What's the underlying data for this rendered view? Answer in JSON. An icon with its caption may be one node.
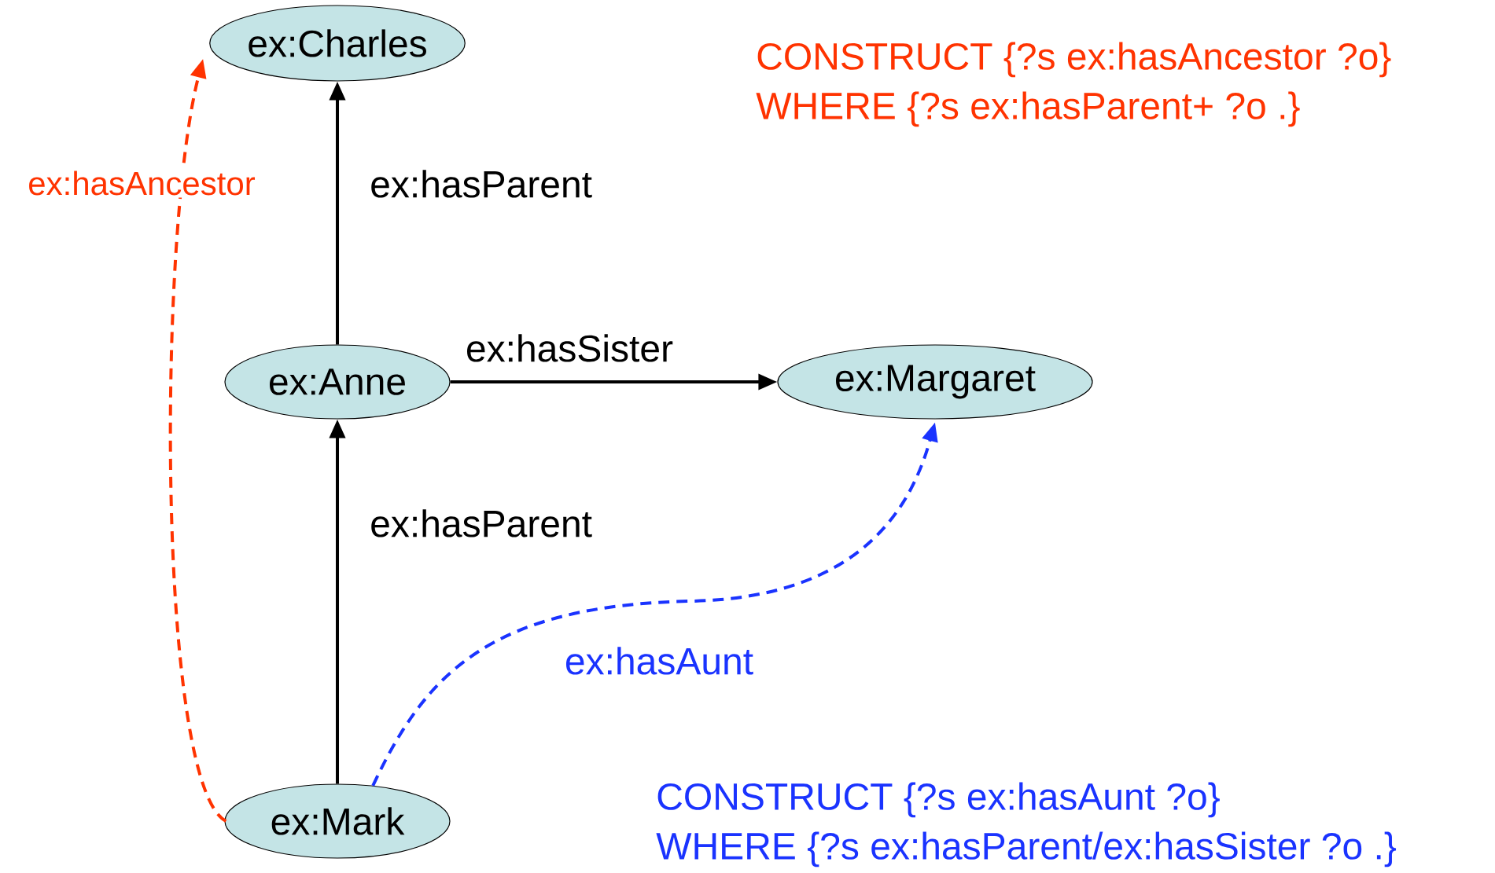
{
  "diagram": {
    "nodes": [
      {
        "text": [
          "ex:Charles"
        ]
      },
      {
        "text": [
          "ex:Anne"
        ]
      },
      {
        "text": [
          "ex:Margaret"
        ]
      },
      {
        "text": [
          "ex:Mark"
        ]
      }
    ],
    "edges": [
      {
        "from": 1,
        "to": 0,
        "arrow": "to",
        "label": "ex:hasParent"
      },
      {
        "from": 1,
        "to": 2,
        "arrow": "to",
        "label": "ex:hasSister"
      },
      {
        "from": 3,
        "to": 1,
        "arrow": "to",
        "label": "ex:hasParent"
      },
      {
        "from": 3,
        "to": 0,
        "arrow": "to",
        "label": "ex:hasAncestor",
        "style": "dashed",
        "color": "#ff3300"
      },
      {
        "from": 3,
        "to": 2,
        "arrow": "to",
        "label": "ex:hasAunt",
        "style": "dashed",
        "color": "#1a33ff"
      }
    ],
    "labels": [
      "CONSTRUCT {?s ex:hasAncestor ?o}",
      "WHERE {?s ex:hasParent+ ?o .}",
      "CONSTRUCT {?s ex:hasAunt ?o}",
      "WHERE {?s ex:hasParent/ex:hasSister ?o .}"
    ]
  }
}
